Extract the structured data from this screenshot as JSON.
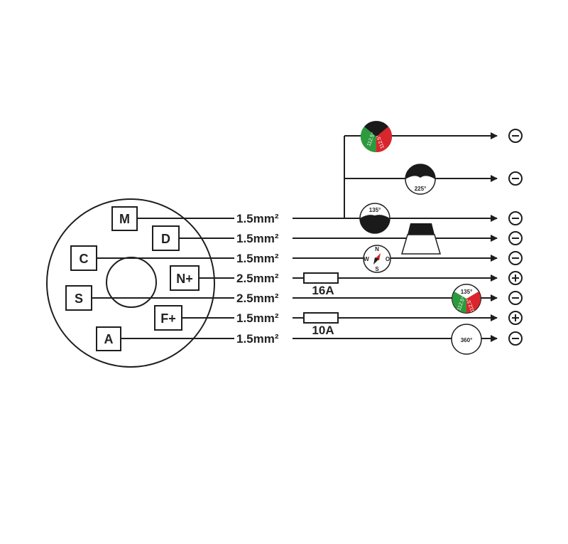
{
  "terminals": [
    {
      "label": "M"
    },
    {
      "label": "D"
    },
    {
      "label": "C"
    },
    {
      "label": "N+"
    },
    {
      "label": "S"
    },
    {
      "label": "F+"
    },
    {
      "label": "A"
    }
  ],
  "wires": [
    {
      "terminal": "M",
      "gauge": "1.5mm²",
      "polarity": "⊖"
    },
    {
      "terminal": "D",
      "gauge": "1.5mm²",
      "polarity": "⊖"
    },
    {
      "terminal": "C",
      "gauge": "1.5mm²",
      "polarity": "⊖"
    },
    {
      "terminal": "N+",
      "gauge": "2.5mm²",
      "polarity": "⊕"
    },
    {
      "terminal": "S",
      "gauge": "2.5mm²",
      "polarity": "⊖"
    },
    {
      "terminal": "F+",
      "gauge": "1.5mm²",
      "polarity": "⊕"
    },
    {
      "terminal": "A",
      "gauge": "1.5mm²",
      "polarity": "⊖"
    }
  ],
  "branch_polarities": [
    "⊖",
    "⊖"
  ],
  "fuses": [
    {
      "rating": "16A"
    },
    {
      "rating": "10A"
    }
  ],
  "lamps": {
    "sidelight_left": "112.5°",
    "sidelight_right": "112.5°",
    "stern": "225°",
    "masthead": "135°",
    "bicolor_top": "135°",
    "bicolor_left": "112.5°",
    "bicolor_right": "112.5°",
    "allround": "360°"
  },
  "compass": {
    "n": "N",
    "s": "S",
    "w": "W",
    "o": "O"
  },
  "colors": {
    "line": "#1e1e1e",
    "green": "#2e9a3e",
    "red": "#d9262c",
    "black": "#1a1a1a"
  }
}
